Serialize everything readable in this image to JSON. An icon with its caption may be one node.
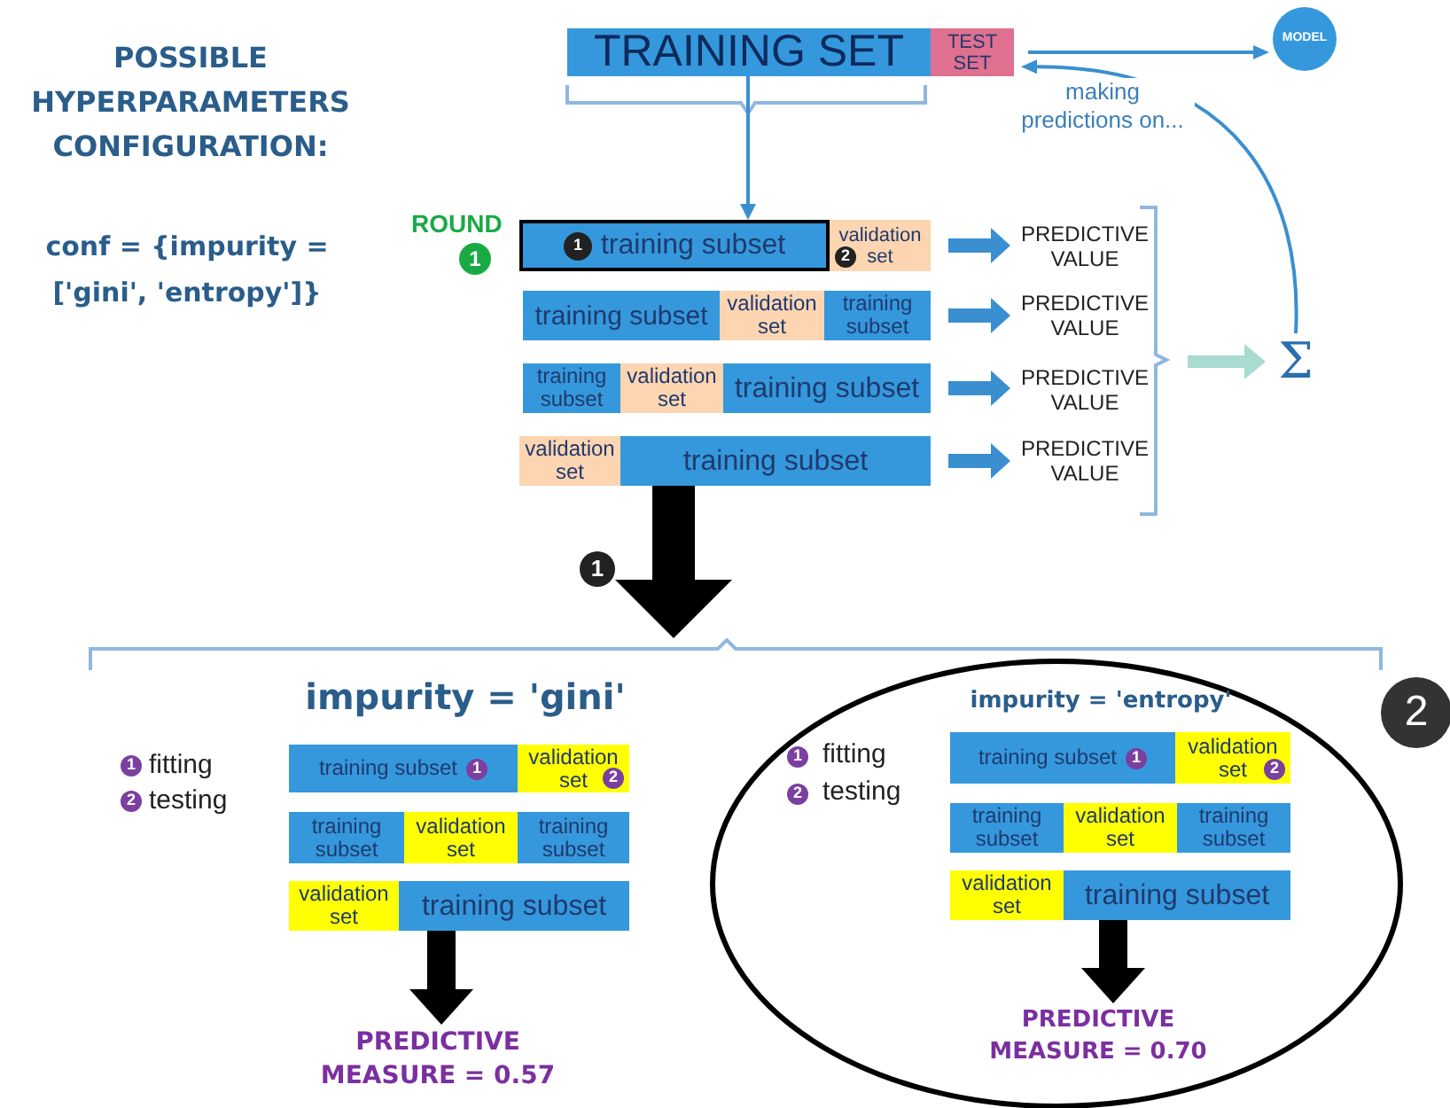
{
  "diagram": {
    "title": "POSSIBLE HYPERPARAMETERS CONFIGURATION:",
    "nodes": [
      {
        "text": [
          "TRAINING SET"
        ]
      },
      {
        "text": [
          "TEST SET"
        ]
      },
      {
        "text": [
          "MODEL"
        ]
      },
      {
        "text": [
          "1",
          "training subset"
        ]
      },
      {
        "text": [
          "validation set",
          "2"
        ]
      },
      {
        "text": [
          "training subset"
        ]
      },
      {
        "text": [
          "validation set"
        ]
      },
      {
        "text": [
          "training subset"
        ]
      },
      {
        "text": [
          "training subset"
        ]
      },
      {
        "text": [
          "validation set"
        ]
      },
      {
        "text": [
          "training subset"
        ]
      },
      {
        "text": [
          "validation set"
        ]
      },
      {
        "text": [
          "training subset"
        ]
      },
      {
        "text": [
          "PREDICTIVE VALUE"
        ]
      },
      {
        "text": [
          "PREDICTIVE VALUE"
        ]
      },
      {
        "text": [
          "PREDICTIVE VALUE"
        ]
      },
      {
        "text": [
          "PREDICTIVE VALUE"
        ]
      },
      {
        "text": [
          "Σ"
        ]
      },
      {
        "text": [
          "training subset",
          "1"
        ]
      },
      {
        "text": [
          "validation set",
          "2"
        ]
      },
      {
        "text": [
          "training subset"
        ]
      },
      {
        "text": [
          "validation set"
        ]
      },
      {
        "text": [
          "training subset"
        ]
      },
      {
        "text": [
          "validation set"
        ]
      },
      {
        "text": [
          "training subset"
        ]
      },
      {
        "text": [
          "PREDICTIVE MEASURE = 0.57"
        ]
      },
      {
        "text": [
          "impurity = 'entropy'"
        ]
      },
      {
        "text": [
          "training subset",
          "1"
        ],
        "in": 26
      },
      {
        "text": [
          "validation set",
          "2"
        ],
        "in": 26
      },
      {
        "text": [
          "training subset"
        ],
        "in": 26
      },
      {
        "text": [
          "validation set"
        ],
        "in": 26
      },
      {
        "text": [
          "training subset"
        ],
        "in": 26
      },
      {
        "text": [
          "validation set"
        ],
        "in": 26
      },
      {
        "text": [
          "training subset"
        ],
        "in": 26
      },
      {
        "text": [
          "PREDICTIVE MEASURE = 0.70"
        ],
        "in": 26
      },
      {
        "text": [],
        "shape": "bracket"
      }
    ],
    "edges": [
      {
        "from": 0,
        "to": 3,
        "arrow": "to"
      },
      {
        "from": 1,
        "to": 2,
        "arrow": "to"
      },
      {
        "from": 17,
        "to": 1,
        "arrow": "to",
        "label": "making predictions on..."
      },
      {
        "from": 4,
        "to": 13,
        "arrow": "to"
      },
      {
        "from": 7,
        "to": 14,
        "arrow": "to"
      },
      {
        "from": 10,
        "to": 15,
        "arrow": "to"
      },
      {
        "from": 12,
        "to": 16,
        "arrow": "to"
      },
      {
        "from": null,
        "to": 17,
        "arrow": "to",
        "color": "#a8dcd0"
      },
      {
        "from": 12,
        "to": 35,
        "arrow": "to",
        "style": "thick",
        "color": "#000000"
      },
      {
        "from": 24,
        "to": 25,
        "arrow": "to",
        "style": "thick",
        "color": "#000000"
      },
      {
        "from": 33,
        "to": 34,
        "arrow": "to",
        "style": "thick",
        "color": "#000000"
      }
    ],
    "labels": [
      "conf = {impurity = ['gini', 'entropy']}",
      "ROUND",
      "1",
      "1",
      "1",
      "fitting",
      "2",
      "testing",
      "impurity = 'gini'",
      "1",
      "fitting",
      "2",
      "testing",
      "2"
    ]
  }
}
